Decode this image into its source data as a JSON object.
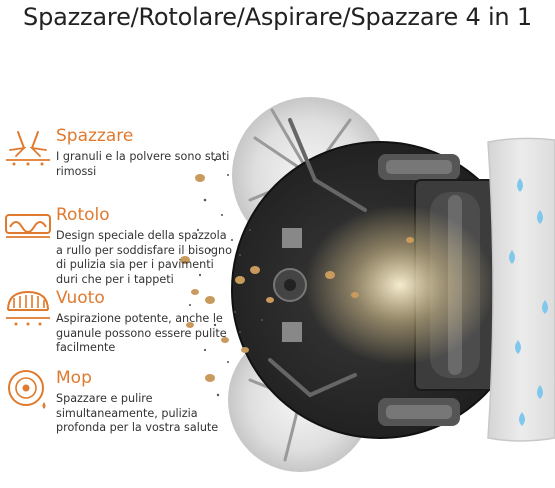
{
  "page": {
    "title": "Spazzare/Rotolare/Aspirare/Spazzare 4 in 1"
  },
  "features": [
    {
      "name": "Spazzare",
      "description": "I granuli e la polvere sono stati rimossi",
      "icon": "sweep-brush-icon"
    },
    {
      "name": "Rotolo",
      "description": "Design speciale della spazzola a rullo per soddisfare il bisogno di pulizia sia per i pavimenti duri che per i tappeti",
      "icon": "roller-brush-icon"
    },
    {
      "name": "Vuoto",
      "description": "Aspirazione potente, anche le guanule possono essere pulite facilmente",
      "icon": "vacuum-suction-icon"
    },
    {
      "name": "Mop",
      "description": "Spazzare e pulire simultaneamente, pulizia profonda per la vostra salute",
      "icon": "mop-pad-icon"
    }
  ],
  "colors": {
    "accent": "#e07a2e",
    "text": "#333333",
    "robot_body": "#2a2a2a",
    "mop_pad": "#e3e3e3",
    "water": "#7fc8ec"
  }
}
